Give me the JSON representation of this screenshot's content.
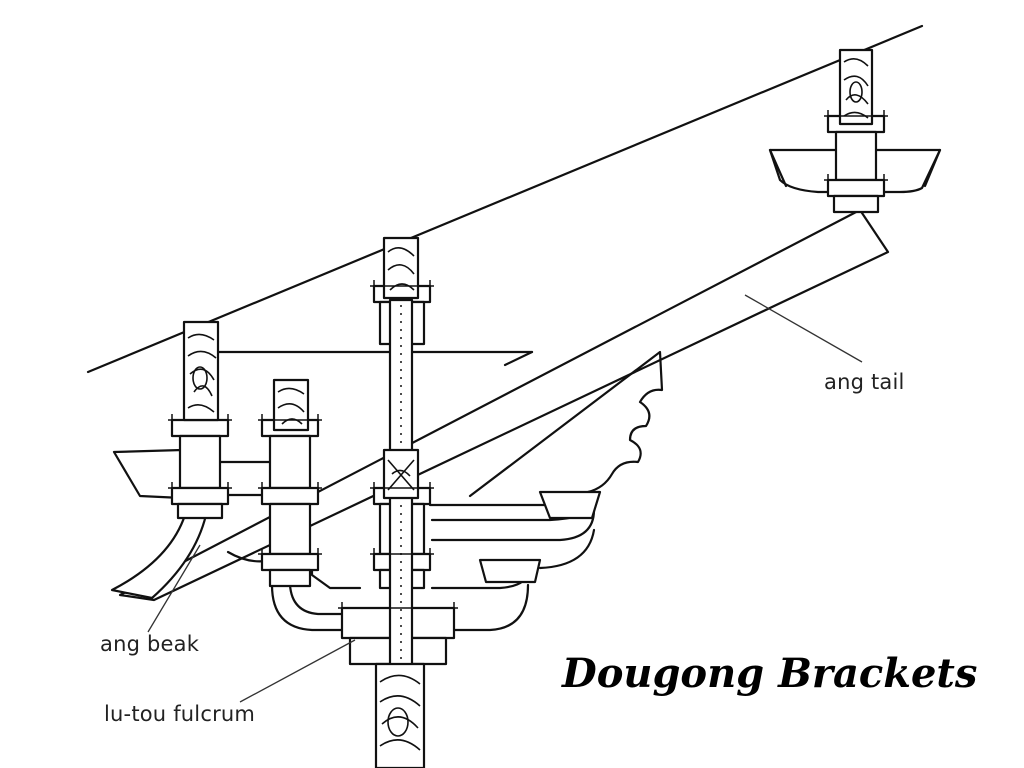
{
  "title": "Dougong Brackets",
  "labels": {
    "ang_tail": "ang tail",
    "ang_beak": "ang beak",
    "lu_tou_fulcrum": "lu-tou fulcrum"
  }
}
